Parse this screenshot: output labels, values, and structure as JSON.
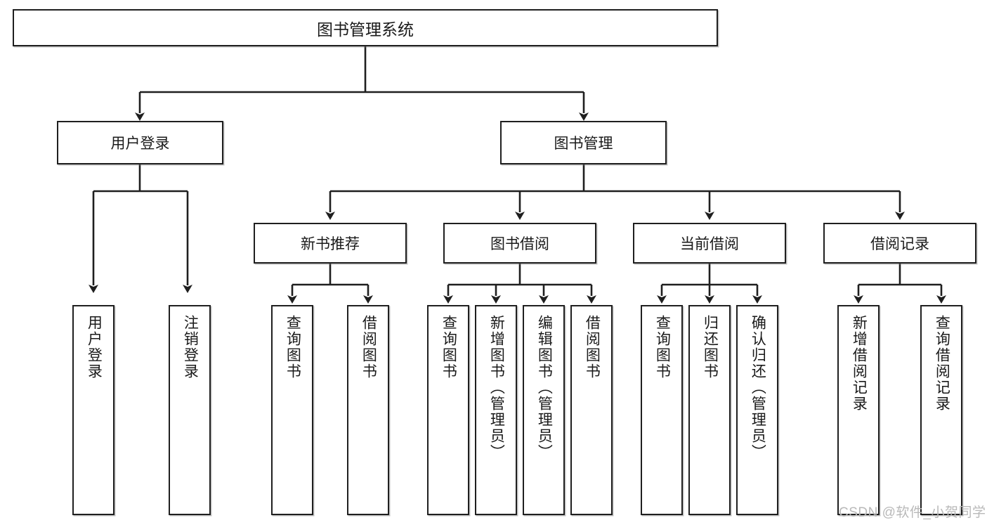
{
  "diagram": {
    "type": "tree-hierarchy",
    "title": "图书管理系统",
    "orientation": "top-down",
    "colors": {
      "box_border": "#1f1f1f",
      "box_fill": "#ffffff",
      "connector": "#1f1f1f",
      "text": "#1a1a1a",
      "watermark": "#b9b9b9"
    },
    "nodes": {
      "root": {
        "label": "图书管理系统",
        "level": 0
      },
      "level1": [
        {
          "id": "user-login",
          "label": "用户登录"
        },
        {
          "id": "book-manage",
          "label": "图书管理"
        }
      ],
      "level2": [
        {
          "id": "new-book-recommend",
          "label": "新书推荐",
          "parent": "book-manage"
        },
        {
          "id": "book-borrow",
          "label": "图书借阅",
          "parent": "book-manage"
        },
        {
          "id": "current-borrow",
          "label": "当前借阅",
          "parent": "book-manage"
        },
        {
          "id": "borrow-record",
          "label": "借阅记录",
          "parent": "book-manage"
        }
      ],
      "leaves": [
        {
          "id": "leaf-user-login",
          "label": "用户登录",
          "parent": "user-login"
        },
        {
          "id": "leaf-logout",
          "label": "注销登录",
          "parent": "user-login"
        },
        {
          "id": "leaf-query-book-1",
          "label": "查询图书",
          "parent": "new-book-recommend"
        },
        {
          "id": "leaf-borrow-book-1",
          "label": "借阅图书",
          "parent": "new-book-recommend"
        },
        {
          "id": "leaf-query-book-2",
          "label": "查询图书",
          "parent": "book-borrow"
        },
        {
          "id": "leaf-add-book",
          "label": "新增图书（管理员）",
          "parent": "book-borrow"
        },
        {
          "id": "leaf-edit-book",
          "label": "编辑图书（管理员）",
          "parent": "book-borrow"
        },
        {
          "id": "leaf-borrow-book-2",
          "label": "借阅图书",
          "parent": "book-borrow"
        },
        {
          "id": "leaf-query-book-3",
          "label": "查询图书",
          "parent": "current-borrow"
        },
        {
          "id": "leaf-return-book",
          "label": "归还图书",
          "parent": "current-borrow"
        },
        {
          "id": "leaf-confirm-return",
          "label": "确认归还（管理员）",
          "parent": "current-borrow"
        },
        {
          "id": "leaf-add-record",
          "label": "新增借阅记录",
          "parent": "borrow-record"
        },
        {
          "id": "leaf-query-record",
          "label": "查询借阅记录",
          "parent": "borrow-record"
        }
      ]
    },
    "watermark": "CSDN @软件_小贺同学"
  }
}
